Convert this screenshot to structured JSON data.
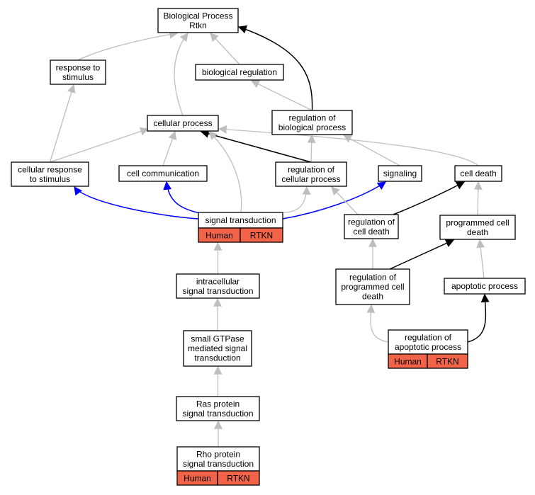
{
  "diagram_title": "",
  "colors": {
    "is_a_edge": "#bebebe",
    "regulates_edge": "#000000",
    "positively_regulates_edge": "#0000ff",
    "annotation_cell": "#f26449"
  },
  "nodes": [
    {
      "id": "bp",
      "lines": [
        "Biological Process",
        "Rtkn"
      ]
    },
    {
      "id": "response",
      "lines": [
        "response to",
        "stimulus"
      ]
    },
    {
      "id": "bioreg",
      "lines": [
        "biological regulation"
      ]
    },
    {
      "id": "cellproc",
      "lines": [
        "cellular process"
      ]
    },
    {
      "id": "regbio",
      "lines": [
        "regulation of",
        "biological process"
      ]
    },
    {
      "id": "cellresp",
      "lines": [
        "cellular response",
        "to stimulus"
      ]
    },
    {
      "id": "cellcomm",
      "lines": [
        "cell communication"
      ]
    },
    {
      "id": "regcell",
      "lines": [
        "regulation of",
        "cellular process"
      ]
    },
    {
      "id": "signaling",
      "lines": [
        "signaling"
      ]
    },
    {
      "id": "celldeath",
      "lines": [
        "cell death"
      ]
    },
    {
      "id": "sigtrans",
      "lines": [
        "signal transduction"
      ],
      "annotation": [
        "Human",
        "RTKN"
      ]
    },
    {
      "id": "regcelldeath",
      "lines": [
        "regulation of",
        "cell death"
      ]
    },
    {
      "id": "progdeath",
      "lines": [
        "programmed cell",
        "death"
      ]
    },
    {
      "id": "intracell",
      "lines": [
        "intracellular",
        "signal transduction"
      ]
    },
    {
      "id": "regprog",
      "lines": [
        "regulation of",
        "programmed cell",
        "death"
      ]
    },
    {
      "id": "apoptotic",
      "lines": [
        "apoptotic process"
      ]
    },
    {
      "id": "gtpase",
      "lines": [
        "small GTPase",
        "mediated signal",
        "transduction"
      ]
    },
    {
      "id": "regapop",
      "lines": [
        "regulation of",
        "apoptotic process"
      ],
      "annotation": [
        "Human",
        "RTKN"
      ]
    },
    {
      "id": "ras",
      "lines": [
        "Ras protein",
        "signal transduction"
      ]
    },
    {
      "id": "rho",
      "lines": [
        "Rho protein",
        "signal transduction"
      ],
      "annotation": [
        "Human",
        "RTKN"
      ]
    }
  ],
  "edges": [
    {
      "from": "response",
      "to": "bp",
      "kind": "is_a"
    },
    {
      "from": "cellproc",
      "to": "bp",
      "kind": "is_a"
    },
    {
      "from": "bioreg",
      "to": "bp",
      "kind": "is_a"
    },
    {
      "from": "regbio",
      "to": "bp",
      "kind": "regulates"
    },
    {
      "from": "regbio",
      "to": "bioreg",
      "kind": "is_a"
    },
    {
      "from": "cellresp",
      "to": "response",
      "kind": "is_a"
    },
    {
      "from": "cellresp",
      "to": "cellproc",
      "kind": "is_a"
    },
    {
      "from": "cellcomm",
      "to": "cellproc",
      "kind": "is_a"
    },
    {
      "from": "regcell",
      "to": "cellproc",
      "kind": "regulates"
    },
    {
      "from": "regcell",
      "to": "regbio",
      "kind": "is_a"
    },
    {
      "from": "signaling",
      "to": "regbio",
      "kind": "is_a"
    },
    {
      "from": "celldeath",
      "to": "cellproc",
      "kind": "is_a"
    },
    {
      "from": "sigtrans",
      "to": "cellresp",
      "kind": "positively_regulates"
    },
    {
      "from": "sigtrans",
      "to": "cellcomm",
      "kind": "positively_regulates"
    },
    {
      "from": "sigtrans",
      "to": "cellproc",
      "kind": "is_a"
    },
    {
      "from": "sigtrans",
      "to": "regcell",
      "kind": "is_a"
    },
    {
      "from": "sigtrans",
      "to": "signaling",
      "kind": "positively_regulates"
    },
    {
      "from": "regcelldeath",
      "to": "regcell",
      "kind": "is_a"
    },
    {
      "from": "regcelldeath",
      "to": "celldeath",
      "kind": "regulates"
    },
    {
      "from": "progdeath",
      "to": "celldeath",
      "kind": "is_a"
    },
    {
      "from": "intracell",
      "to": "sigtrans",
      "kind": "is_a"
    },
    {
      "from": "regprog",
      "to": "regcelldeath",
      "kind": "is_a"
    },
    {
      "from": "regprog",
      "to": "progdeath",
      "kind": "regulates"
    },
    {
      "from": "apoptotic",
      "to": "progdeath",
      "kind": "is_a"
    },
    {
      "from": "gtpase",
      "to": "intracell",
      "kind": "is_a"
    },
    {
      "from": "regapop",
      "to": "regprog",
      "kind": "is_a"
    },
    {
      "from": "regapop",
      "to": "apoptotic",
      "kind": "regulates"
    },
    {
      "from": "ras",
      "to": "gtpase",
      "kind": "is_a"
    },
    {
      "from": "rho",
      "to": "ras",
      "kind": "is_a"
    }
  ]
}
